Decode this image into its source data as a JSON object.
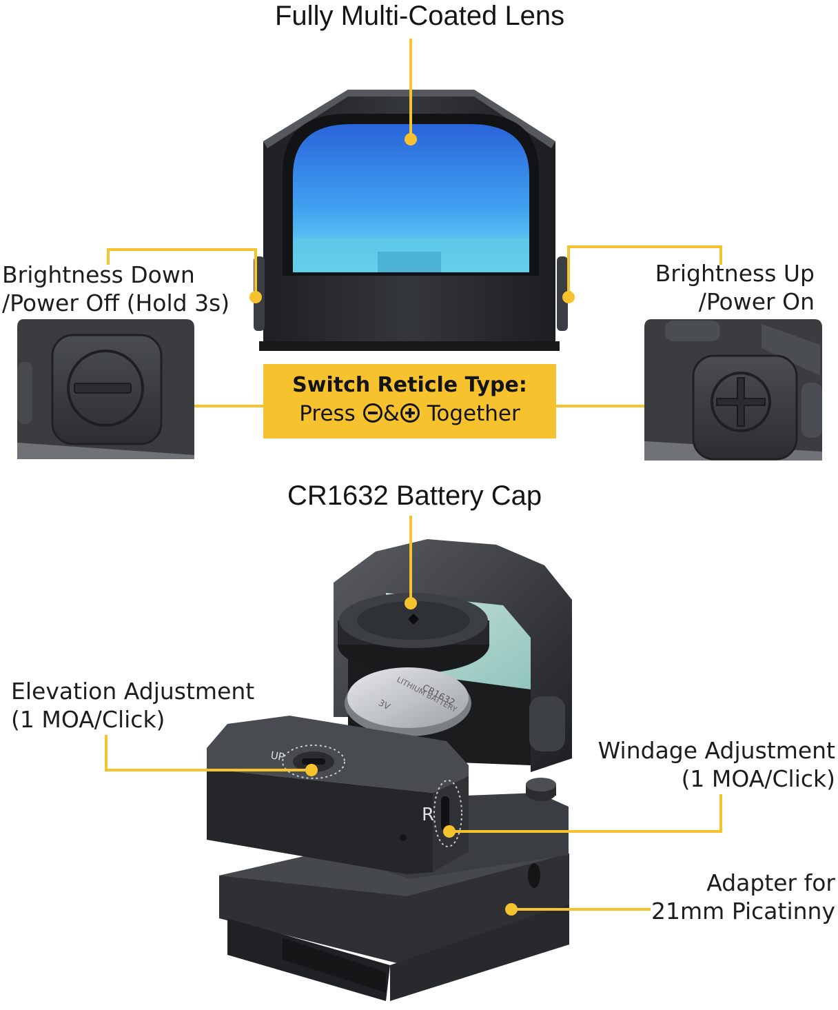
{
  "titles": {
    "lens": "Fully Multi-Coated Lens",
    "battery": "CR1632 Battery Cap"
  },
  "labels": {
    "brightness_down": [
      "Brightness Down",
      "/Power Off (Hold 3s)"
    ],
    "brightness_up": [
      "Brightness Up",
      "/Power On"
    ],
    "elevation": [
      "Elevation Adjustment",
      "(1 MOA/Click)"
    ],
    "windage": [
      "Windage Adjustment",
      "(1 MOA/Click)"
    ],
    "adapter": [
      "Adapter for",
      "21mm Picatinny"
    ]
  },
  "callout": {
    "heading": "Switch Reticle Type:",
    "press": "Press",
    "amp": "&",
    "together": "Together",
    "minus_icon": "minus-circle-icon",
    "plus_icon": "plus-circle-icon"
  },
  "markings": {
    "up": "UP",
    "r": "R",
    "battery_model": "CR1632",
    "battery_type": "LITHIUM BATTERY",
    "battery_voltage": "3V"
  },
  "colors": {
    "accent": "#f6c22e",
    "lens": "#3d7fe6",
    "body": "#2b2d30"
  }
}
